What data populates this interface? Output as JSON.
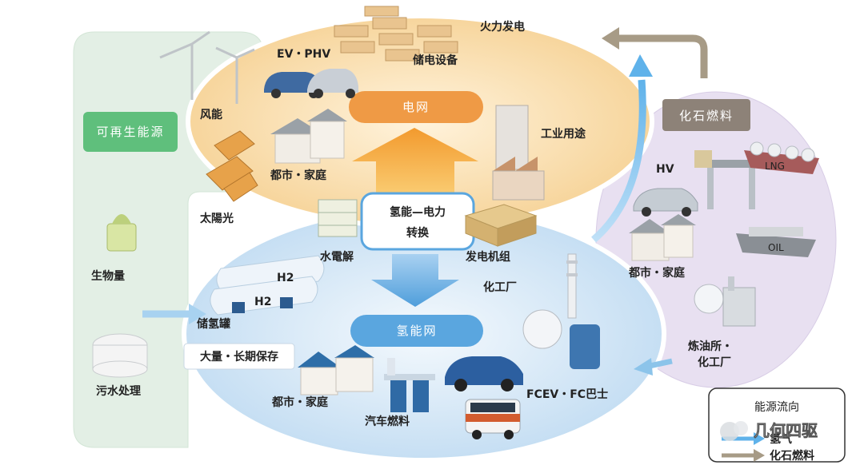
{
  "labels": {
    "thermal_power": "火力发电",
    "ev_phv": "EV・PHV",
    "storage_equipment": "储电设备",
    "wind_power": "风能",
    "grid": "电网",
    "industrial_use": "工业用途",
    "city_home_top": "都市・家庭",
    "renewable": "可再生能源",
    "solar": "太陽光",
    "biomass": "生物量",
    "conversion_line1": "氢能—电力",
    "conversion_line2": "转换",
    "electrolysis": "水電解",
    "generator_unit": "发电机组",
    "hydrogen_tank": "储氢罐",
    "chemical_plant": "化工厂",
    "hydrogen_grid": "氢能网",
    "long_term_storage": "大量・长期保存",
    "sewage": "污水处理",
    "city_home_bottom": "都市・家庭",
    "vehicle_fuel": "汽车燃料",
    "fcev": "FCEV・FC巴士",
    "fossil_fuel": "化石燃料",
    "hv": "HV",
    "city_home_right": "都市・家庭",
    "refinery_line1": "炼油所・",
    "refinery_line2": "化工厂",
    "lng": "LNG",
    "oil": "OIL",
    "h2": "H2"
  },
  "legend": {
    "title": "能源流向",
    "hydrogen": "氢气",
    "fossil": "化石燃料"
  },
  "watermark": "几何四驱",
  "colors": {
    "grid_ellipse": "#f7d8a4",
    "hydrogen_ellipse": "#cfe3f5",
    "renewable_panel": "#e2efe4",
    "fossil_ellipse": "#e6def0",
    "grid_label_bg": "#ef9a45",
    "hydrogen_label_bg": "#5aa6df",
    "renewable_label_bg": "#5fbf7c",
    "fossil_label_bg": "#8d8278",
    "up_arrow": "#f4a13a",
    "down_arrow": "#5aa6df"
  }
}
